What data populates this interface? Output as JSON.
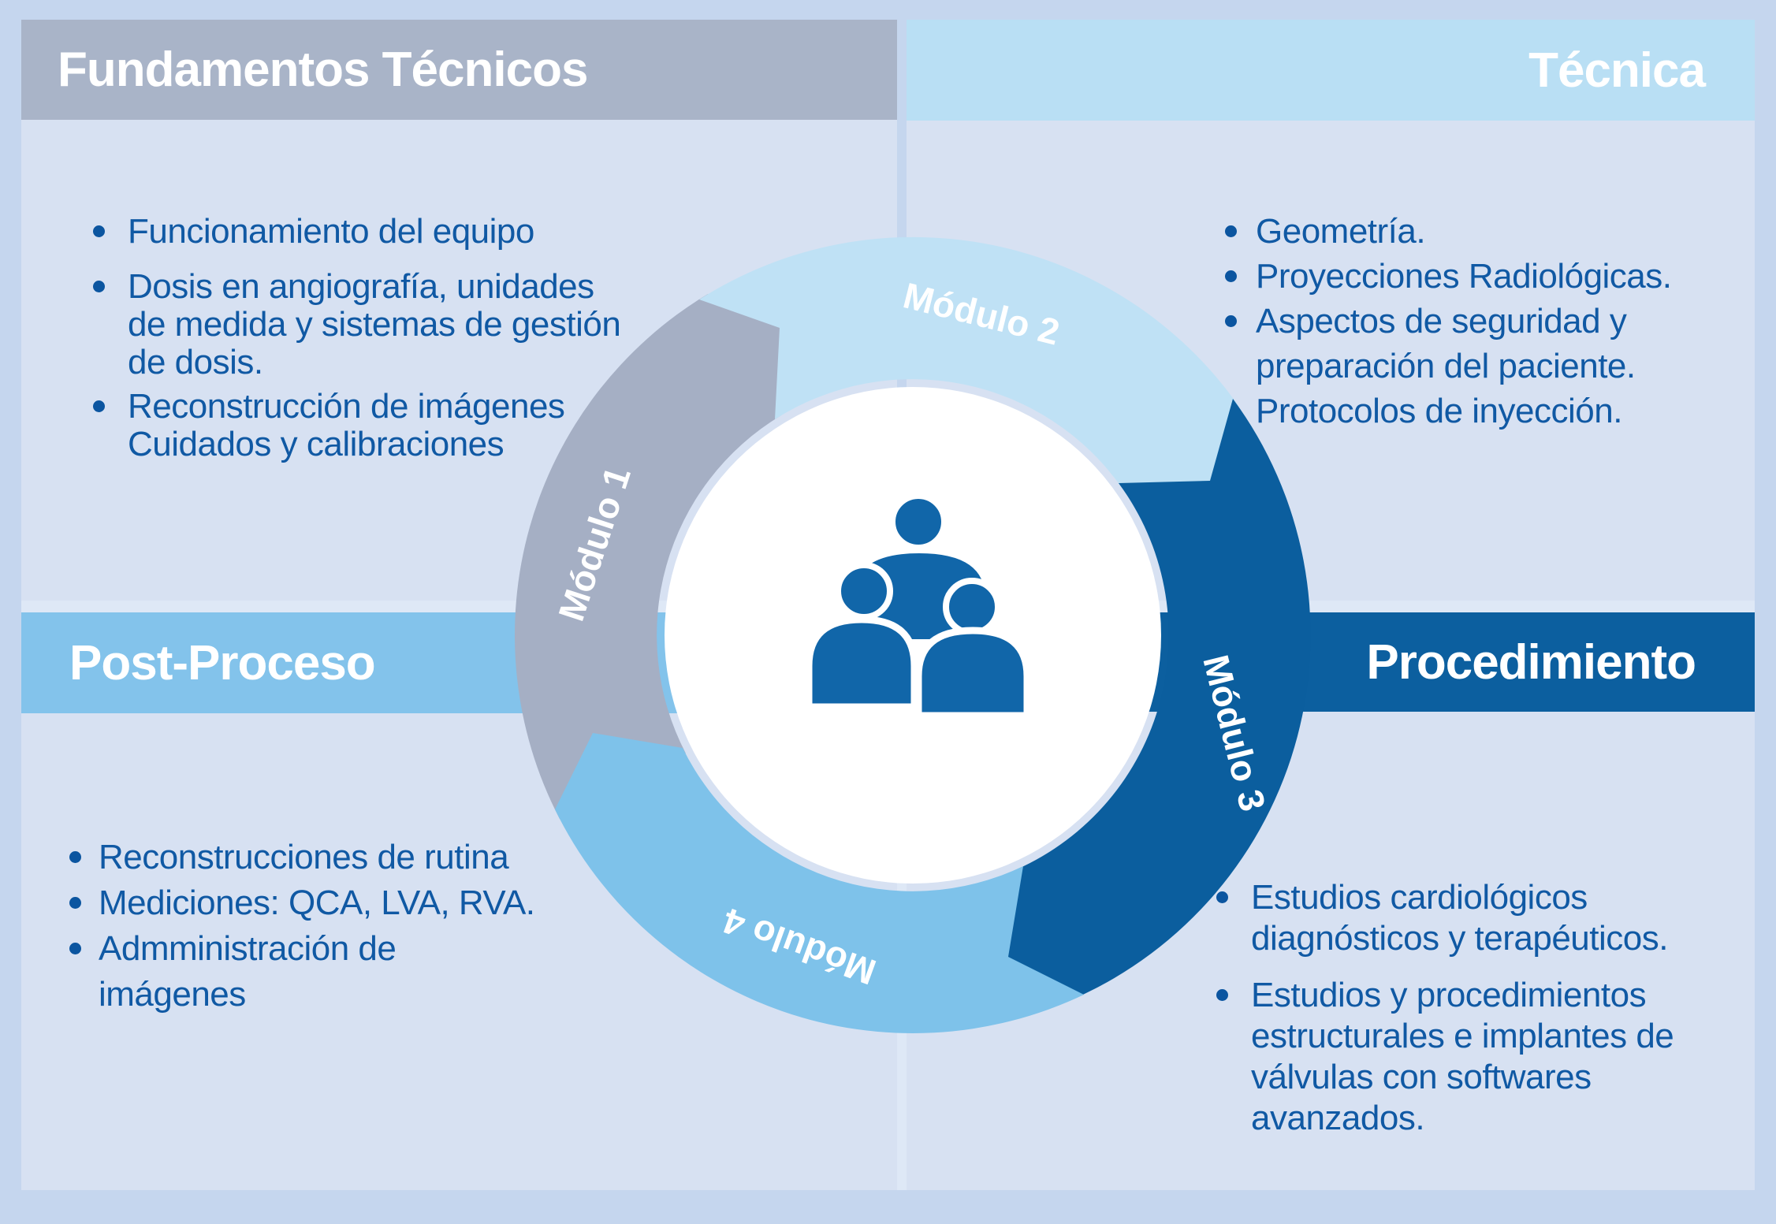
{
  "quadrants": {
    "top_left": {
      "title": "Fundamentos Técnicos",
      "items": [
        [
          "Funcionamiento del equipo"
        ],
        [
          "Dosis en angiografía, unidades",
          "de medida y sistemas de gestión",
          "de dosis."
        ],
        [
          "Reconstrucción de imágenes",
          "Cuidados y calibraciones"
        ]
      ]
    },
    "top_right": {
      "title": "Técnica",
      "items": [
        [
          "Geometría."
        ],
        [
          "Proyecciones Radiológicas."
        ],
        [
          "Aspectos de seguridad y",
          "preparación del paciente."
        ],
        [
          "Protocolos de inyección."
        ]
      ]
    },
    "bottom_left": {
      "title": "Post-Proceso",
      "items": [
        [
          "Reconstrucciones de rutina"
        ],
        [
          "Mediciones: QCA, LVA, RVA."
        ],
        [
          "Admministración de",
          "imágenes"
        ]
      ]
    },
    "bottom_right": {
      "title": "Procedimiento",
      "items": [
        [
          "Estudios cardiológicos",
          "diagnósticos y terapéuticos."
        ],
        [
          "Estudios y procedimientos",
          "estructurales e implantes de",
          "válvulas con softwares",
          "avanzados."
        ]
      ]
    }
  },
  "modules": [
    "Módulo 1",
    "Módulo 2",
    "Módulo 3",
    "Módulo 4"
  ],
  "center_icon": "people-group-icon",
  "colors": {
    "background": "#c5d6ee",
    "panel": "#d7e1f2",
    "header_top_left": "#a9b4c8",
    "header_top_right": "#b9dff4",
    "header_bottom_left": "#83c3eb",
    "header_bottom_right": "#0c5f9f",
    "arc_module_1": "#a5afc4",
    "arc_module_2": "#bfe1f5",
    "arc_module_3": "#0b5e9e",
    "arc_module_4": "#7ec2ea",
    "bullet_text": "#1059a4",
    "icon_blue": "#1166a9",
    "header_text": "#ffffff"
  }
}
